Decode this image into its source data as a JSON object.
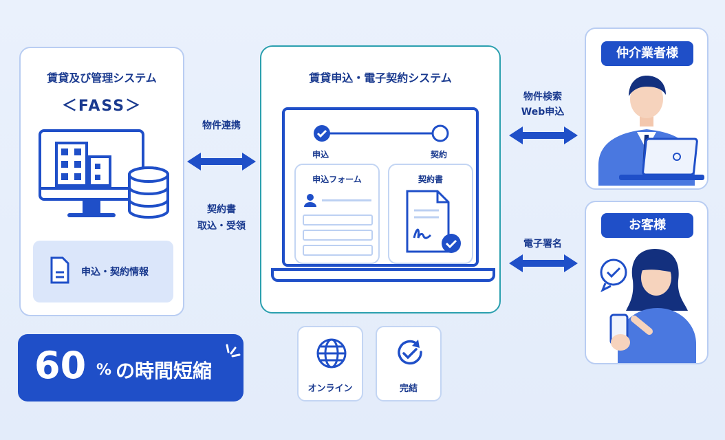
{
  "left_system": {
    "title": "賃貸及び管理システム",
    "subtitle": "＜FASS＞",
    "info_label": "申込・契約情報"
  },
  "center_system": {
    "title": "賃貸申込・電子契約システム",
    "steps": [
      "申込",
      "契約"
    ],
    "form_title": "申込フォーム",
    "contract_title": "契約書"
  },
  "connections": {
    "left_top": "物件連携",
    "left_bottom_line1": "契約書",
    "left_bottom_line2": "取込・受領",
    "right_top_line1": "物件検索",
    "right_top_line2": "Web申込",
    "right_bottom": "電子署名"
  },
  "agent": {
    "label": "仲介業者様"
  },
  "customer": {
    "label": "お客様"
  },
  "features": [
    {
      "icon": "globe-icon",
      "label": "オンライン"
    },
    {
      "icon": "refresh-check-icon",
      "label": "完結"
    }
  ],
  "highlight": {
    "number": "60",
    "unit": "%",
    "text": "の時間短縮"
  },
  "colors": {
    "primary": "#1f4fc8",
    "dark": "#1a3a8f",
    "teal": "#2a9fae",
    "light": "#dbe6fa"
  }
}
